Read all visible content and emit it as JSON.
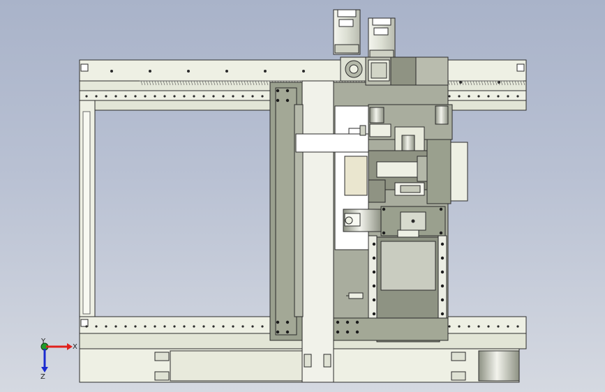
{
  "triad": {
    "x_label": "X",
    "y_label": "Y",
    "z_label": "Z",
    "x_color": "#e0201c",
    "y_color": "#1f9a2a",
    "z_color": "#1a2ad0"
  },
  "colors": {
    "background_top": "#a9b3c9",
    "background_bottom": "#d5d9e1",
    "frame_fill": "#eef0e4",
    "plate_grey": "#9aa08e",
    "plate_dark": "#7d8274",
    "outline": "#2a2a2a"
  }
}
